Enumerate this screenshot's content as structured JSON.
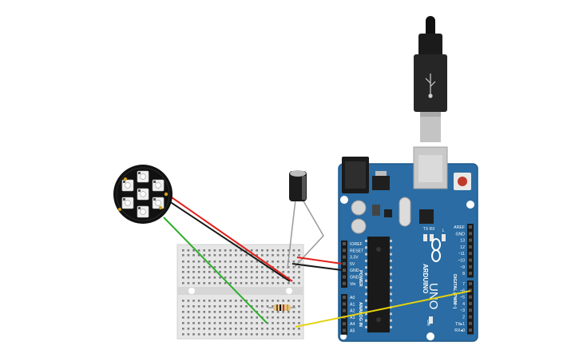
{
  "board": {
    "brand": "ARDUINO",
    "model": "UNO",
    "power_header_title": "POWER",
    "analog_header_title": "ANALOG IN",
    "digital_header_title": "DIGITAL (PWM~)",
    "power_pins": [
      "IOREF",
      "RESET",
      "3.3V",
      "5V",
      "GND",
      "GND",
      "Vin"
    ],
    "analog_pins": [
      "A0",
      "A1",
      "A2",
      "A3",
      "A4",
      "A5"
    ],
    "top_header_pins": [
      "AREF",
      "GND",
      "13",
      "12",
      "~11",
      "~10",
      "~9",
      "8"
    ],
    "digital_pins": [
      "7",
      "~6",
      "~5",
      "4",
      "~3",
      "2",
      "TX▸1",
      "RX◂0"
    ],
    "led_labels": [
      "TX",
      "RX",
      "L"
    ],
    "on_label": "ON"
  },
  "colors": {
    "board": "#2a6ca3",
    "board_edge": "#1f5a8c",
    "header": "#1b1b1b",
    "wire_red": "#e0201b",
    "wire_black": "#1a1a1a",
    "wire_green": "#2fae2f",
    "wire_yellow": "#e5d20f",
    "breadboard": "#e6e6e6",
    "usb_cable": "#222222"
  },
  "components": {
    "neopixel_ring": {
      "name": "neopixel-jewel",
      "pixels": 7
    },
    "capacitor": {
      "name": "electrolytic-capacitor"
    },
    "resistor": {
      "name": "resistor"
    },
    "usb_cable": {
      "name": "usb-cable"
    }
  }
}
